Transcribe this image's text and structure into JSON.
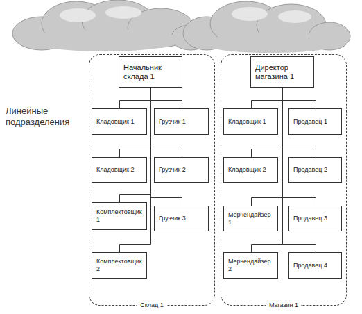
{
  "diagram": {
    "nodes": [
      {
        "text": [
          "Склад 1"
        ]
      },
      {
        "text": [
          "Начальник склада 1"
        ],
        "in": 0
      },
      {
        "text": [
          "Кладовщик 1"
        ],
        "in": 0
      },
      {
        "text": [
          "Грузчик 1"
        ],
        "in": 0
      },
      {
        "text": [
          "Кладовщик 2"
        ],
        "in": 0
      },
      {
        "text": [
          "Грузчик 2"
        ],
        "in": 0
      },
      {
        "text": [
          "Комплектовщик 1"
        ],
        "in": 0
      },
      {
        "text": [
          "Грузчик 3"
        ],
        "in": 0
      },
      {
        "text": [
          "Комплектовщик 2"
        ],
        "in": 0
      },
      {
        "text": [
          "Магазин 1"
        ]
      },
      {
        "text": [
          "Директор магазина 1"
        ],
        "in": 9
      },
      {
        "text": [
          "Кладовщик 1"
        ],
        "in": 9
      },
      {
        "text": [
          "Продавец 1"
        ],
        "in": 9
      },
      {
        "text": [
          "Кладовщик 2"
        ],
        "in": 9
      },
      {
        "text": [
          "Продавец 2"
        ],
        "in": 9
      },
      {
        "text": [
          "Мерчендайзер 1"
        ],
        "in": 9
      },
      {
        "text": [
          "Продавец 3"
        ],
        "in": 9
      },
      {
        "text": [
          "Мерчендайзер 2"
        ],
        "in": 9
      },
      {
        "text": [
          "Продавец 4"
        ],
        "in": 9
      }
    ],
    "edges": [
      {
        "from": 1,
        "to": 2,
        "arrow": "none"
      },
      {
        "from": 1,
        "to": 3,
        "arrow": "none"
      },
      {
        "from": 1,
        "to": 4,
        "arrow": "none"
      },
      {
        "from": 1,
        "to": 5,
        "arrow": "none"
      },
      {
        "from": 1,
        "to": 6,
        "arrow": "none"
      },
      {
        "from": 1,
        "to": 7,
        "arrow": "none"
      },
      {
        "from": 1,
        "to": 8,
        "arrow": "none"
      },
      {
        "from": 10,
        "to": 11,
        "arrow": "none"
      },
      {
        "from": 10,
        "to": 12,
        "arrow": "none"
      },
      {
        "from": 10,
        "to": 13,
        "arrow": "none"
      },
      {
        "from": 10,
        "to": 14,
        "arrow": "none"
      },
      {
        "from": 10,
        "to": 15,
        "arrow": "none"
      },
      {
        "from": 10,
        "to": 16,
        "arrow": "none"
      },
      {
        "from": 10,
        "to": 17,
        "arrow": "none"
      },
      {
        "from": 10,
        "to": 18,
        "arrow": "none"
      }
    ],
    "labels": [
      "Линейные подразделения"
    ]
  }
}
